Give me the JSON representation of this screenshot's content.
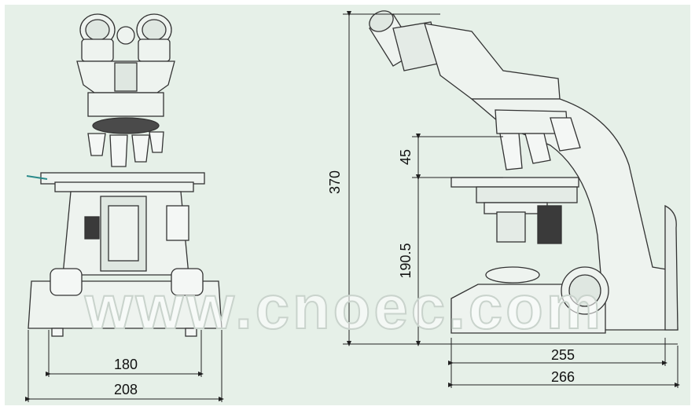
{
  "dimensions": {
    "front_base_inner": "180",
    "front_base_outer": "208",
    "side_height_total": "370",
    "side_stage_to_nosepiece": "45",
    "side_base_to_stage": "190.5",
    "side_depth_inner": "255",
    "side_depth_outer": "266"
  },
  "watermark": "www.cnoec.com",
  "colors": {
    "background": "#e6f0e8",
    "body_fill": "#eef3ef",
    "stroke": "#333333",
    "dark_part": "#3a3a3a"
  }
}
